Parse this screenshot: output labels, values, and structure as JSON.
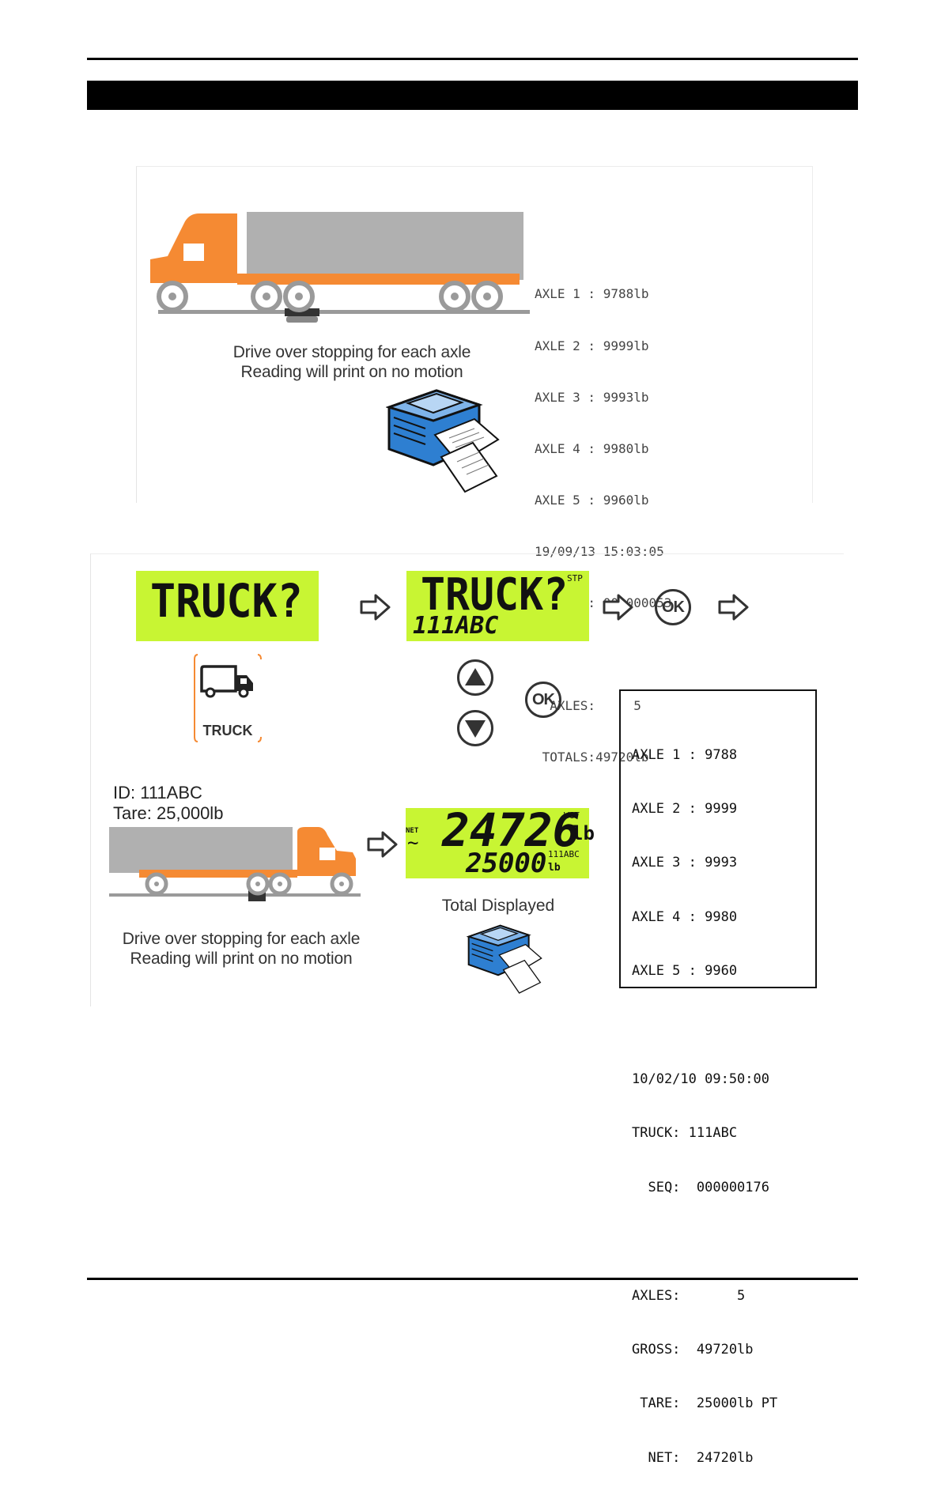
{
  "colors": {
    "lcd": "#c8f533",
    "truck_orange": "#f58a33",
    "trailer_gray": "#b0b0b0",
    "printer_blue": "#2e7fd1"
  },
  "top_figure": {
    "caption_line1": "Drive over stopping for each axle",
    "caption_line2": "Reading will print on no motion",
    "ticket_lines": [
      "AXLE 1 : 9788lb",
      "AXLE 2 : 9999lb",
      "AXLE 3 : 9993lb",
      "AXLE 4 : 9980lb",
      "AXLE 5 : 9960lb",
      "19/09/13 15:03:05",
      "    SEQ: 000000053",
      "",
      "  AXLES:     5",
      " TOTALS:49720lb"
    ]
  },
  "bottom_figure": {
    "lcd1_text": "TRUCK?",
    "lcd2_text": "TRUCK?",
    "lcd2_sub": "111ABC",
    "lcd2_badge": "STP",
    "ok_label": "OK",
    "truck_key_label": "TRUCK",
    "id_line": "ID: 111ABC",
    "tare_line": "Tare: 25,000lb",
    "lcd3_net_label": "NET",
    "lcd3_main": "24726",
    "lcd3_main_unit": "lb",
    "lcd3_badge": "WGT",
    "lcd3_sub": "25000",
    "lcd3_sub_unit": "lb",
    "lcd3_sub_id": "111ABC",
    "total_displayed": "Total Displayed",
    "caption_line1": "Drive over stopping for each axle",
    "caption_line2": "Reading will print on no motion",
    "ticket_lines": [
      "AXLE 1 : 9788",
      "AXLE 2 : 9999",
      "AXLE 3 : 9993",
      "AXLE 4 : 9980",
      "AXLE 5 : 9960",
      "",
      "10/02/10 09:50:00",
      "TRUCK: 111ABC",
      "  SEQ:  000000176",
      "",
      "AXLES:       5",
      "GROSS:  49720lb",
      " TARE:  25000lb PT",
      "  NET:  24720lb"
    ]
  }
}
